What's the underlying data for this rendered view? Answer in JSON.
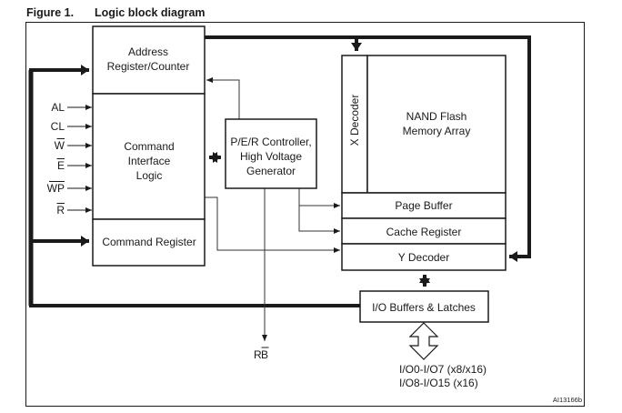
{
  "figure": {
    "number": "Figure 1.",
    "title": "Logic block diagram",
    "id_code": "AI13166b"
  },
  "blocks": {
    "address_register": [
      "Address",
      "Register/Counter"
    ],
    "command_interface": [
      "Command",
      "Interface",
      "Logic"
    ],
    "command_register": "Command Register",
    "per_controller": [
      "P/E/R Controller,",
      "High Voltage",
      "Generator"
    ],
    "x_decoder": "X Decoder",
    "memory_array": [
      "NAND Flash",
      "Memory Array"
    ],
    "page_buffer": "Page Buffer",
    "cache_register": "Cache Register",
    "y_decoder": "Y Decoder",
    "io_buffers": "I/O Buffers & Latches"
  },
  "signals": [
    {
      "name": "AL",
      "overbar": false
    },
    {
      "name": "CL",
      "overbar": false
    },
    {
      "name": "W",
      "overbar": true
    },
    {
      "name": "E",
      "overbar": true
    },
    {
      "name": "WP",
      "overbar": true
    },
    {
      "name": "R",
      "overbar": true
    }
  ],
  "outputs": {
    "ready_busy": {
      "prefix": "R",
      "overbar_part": "B"
    },
    "io_lines": [
      "I/O0-I/O7 (x8/x16)",
      "I/O8-I/O15 (x16)"
    ]
  },
  "colors": {
    "line": "#1a1a1a",
    "thin_line": "#333333",
    "background": "#ffffff"
  }
}
